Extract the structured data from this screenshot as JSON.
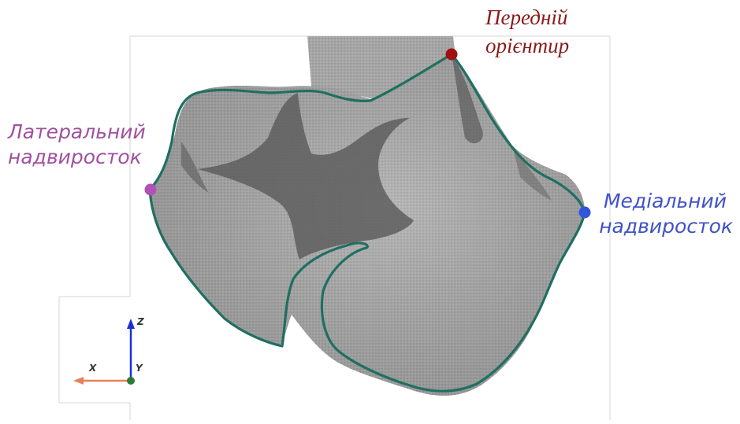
{
  "labels": {
    "anterior": {
      "line1": "Передній",
      "line2": "орієнтир",
      "color": "#8b1a1a"
    },
    "lateral": {
      "line1": "Латеральний",
      "line2": "надвиросток",
      "color": "#a0509f"
    },
    "medial": {
      "line1": "Медіальний",
      "line2": "надвиросток",
      "color": "#3f51c8"
    }
  },
  "axes": {
    "x": "X",
    "y": "Y",
    "z": "Z"
  },
  "colors": {
    "bone_fill": "#a9a9a9",
    "bone_dark": "#6f6f6f",
    "contour": "#1f6f62",
    "anterior_point": "#a01010",
    "lateral_point": "#b050b8",
    "medial_point": "#3355dd",
    "z_axis": "#1a2fd0",
    "x_axis": "#e8805a",
    "y_axis": "#2a7a3a"
  }
}
